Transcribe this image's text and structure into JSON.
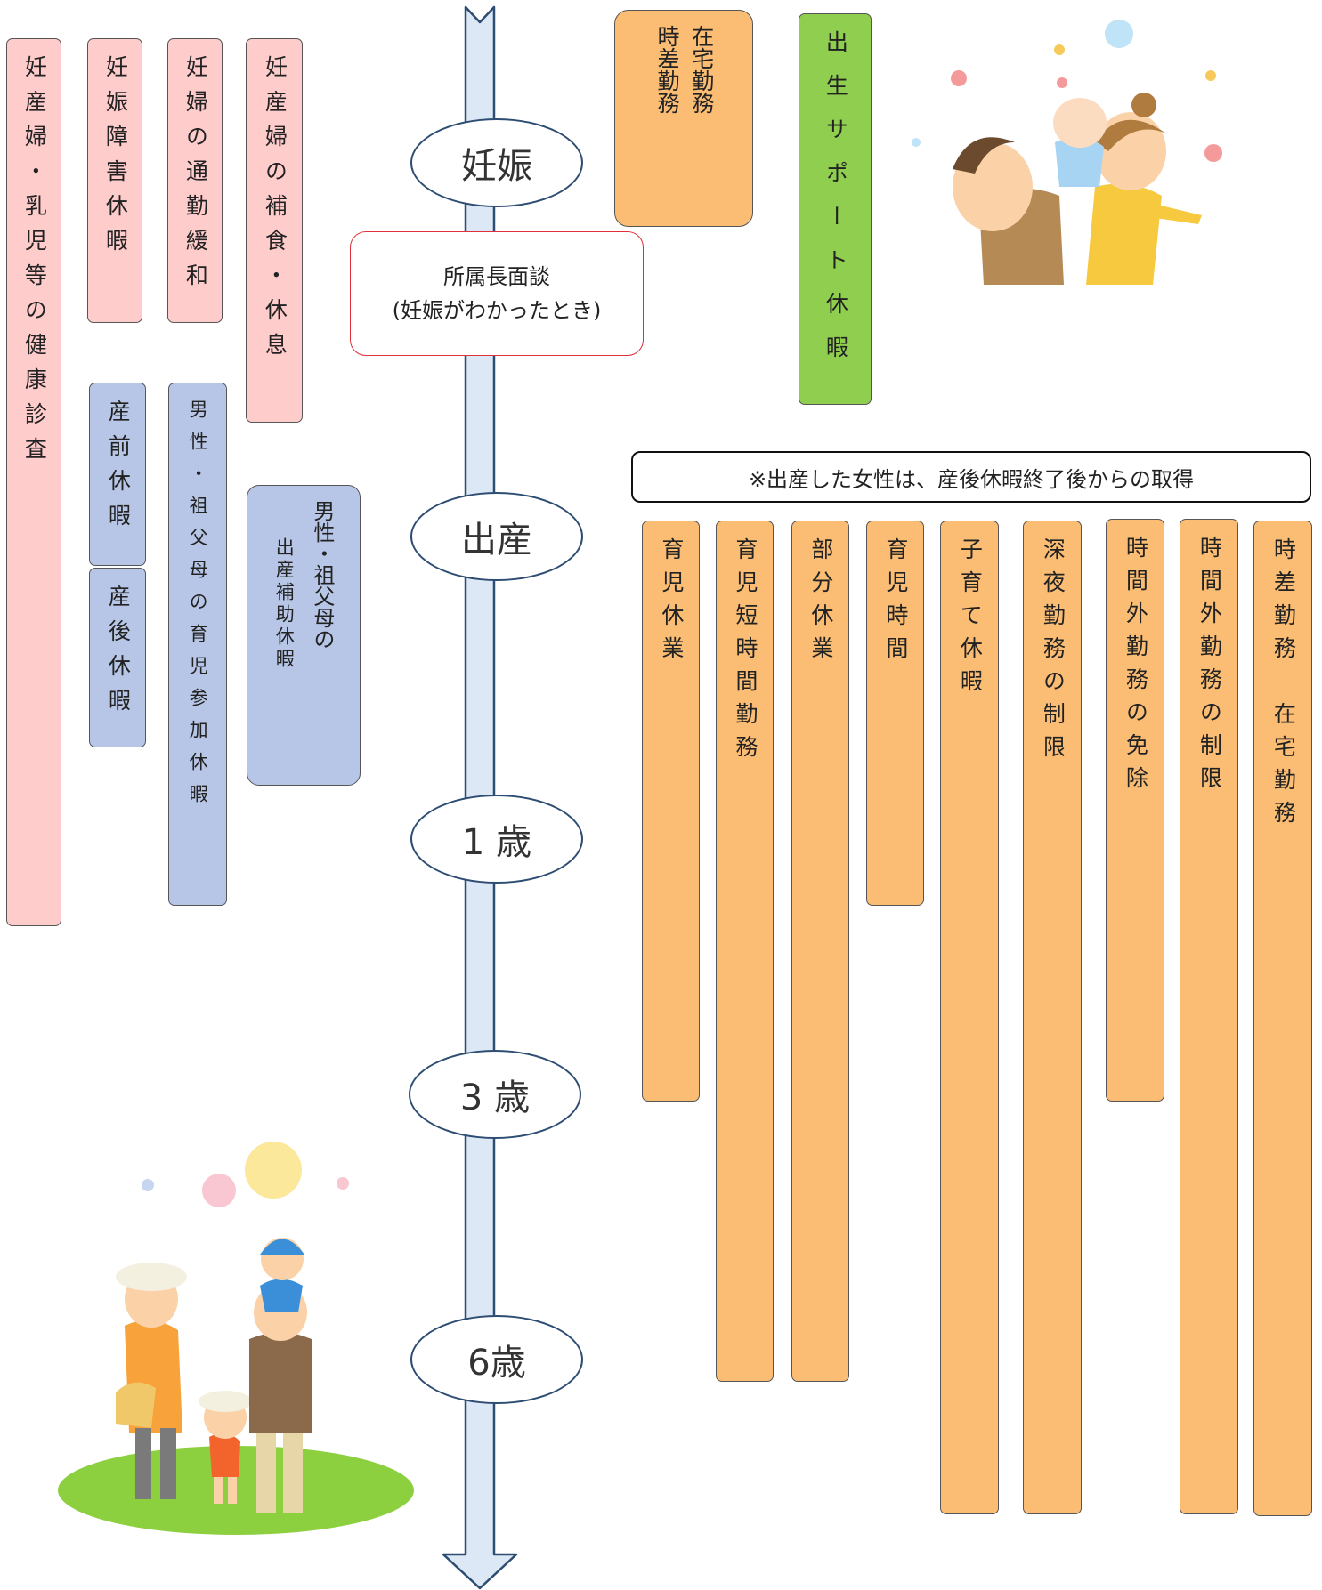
{
  "timeline": {
    "stages": [
      "妊娠",
      "出産",
      "1 歳",
      "3 歳",
      "6歳"
    ],
    "interview": {
      "line1": "所属長面談",
      "line2": "(妊娠がわかったとき)"
    }
  },
  "left_bars": {
    "health_checkup": "妊産婦・乳児等の健康診査",
    "morbidity_leave": "妊娠障害休暇",
    "commute_relief": "妊婦の通勤緩和",
    "meal_rest": "妊産婦の補食・休息",
    "prenatal_leave": "産前休暇",
    "postnatal_leave": "産後休暇",
    "childcare_participation": "男性・祖父母の育児参加休暇",
    "birth_assist": {
      "line1": "男性・祖父母の",
      "line2": "出産補助休暇"
    }
  },
  "top_bars": {
    "telework": {
      "line1": "在宅勤務",
      "line2": "時差勤務"
    },
    "birth_support": "出生サポート休暇"
  },
  "notice": "※出産した女性は、産後休暇終了後からの取得",
  "after_birth_bars": [
    "育児休業",
    "育児短時間勤務",
    "部分休業",
    "育児時間",
    "子育て休暇",
    "深夜勤務の制限",
    "時間外勤務の免除",
    "時間外勤務の制限",
    "時差勤務　在宅勤務"
  ],
  "colors": {
    "pink": "#ffcccc",
    "blue": "#b7c6e6",
    "orange": "#fbbd74",
    "green": "#8fce4f",
    "arrow": "#dce8f5",
    "interview_border": "#e0303a"
  }
}
